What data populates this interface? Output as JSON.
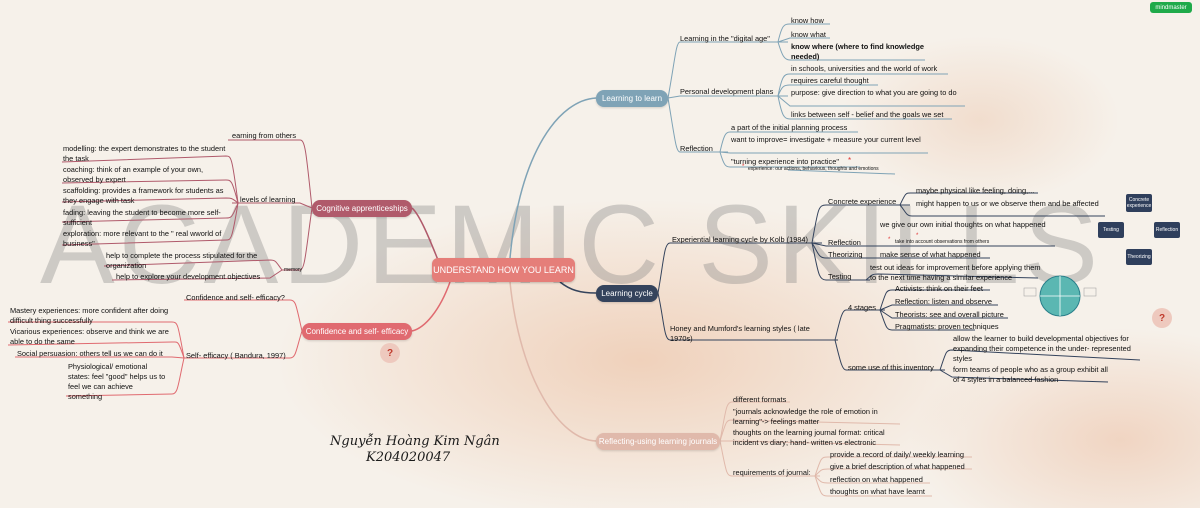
{
  "brand": "mindmaster",
  "watermark": "ACADEMIC SKILLS",
  "central": "UNDERSTAND HOW YOU LEARN",
  "signature": {
    "name": "Nguyễn Hoàng Kim Ngân",
    "id": "K204020047"
  },
  "learning_to_learn": {
    "label": "Learning to learn",
    "digital_age": {
      "label": "Learning in the \"digital age\"",
      "items": [
        "know how",
        "know what",
        "know where (where to find knowledge needed)"
      ]
    },
    "personal_dev": {
      "label": "Personal development plans",
      "items": [
        "in schools, universities and the world of work",
        "requires careful thought",
        "purpose: give direction to what you are going to do",
        "links between self - belief and the goals we set"
      ]
    },
    "reflection": {
      "label": "Reflection",
      "items": [
        "a part of the initial planning process",
        "want to improve= investigate + measure your current level",
        "\"turning experience into practice\""
      ],
      "note": "experience: our actions, behavious, thoughts and emotions"
    }
  },
  "learning_cycle": {
    "label": "Learning cycle",
    "kolb": {
      "label": "Experiential learning cycle by Kolb (1984)",
      "concrete": "Concrete experience",
      "concrete_items": [
        "maybe physical like feeling, doing,...",
        "might happen to us or we observe them and be affected"
      ],
      "reflection": "Reflection",
      "reflection_item": "we give our own initial thoughts on what happened",
      "reflection_note": "take into account observations from others",
      "theorizing": "Theorizing",
      "theorizing_item": "make sense of what happened",
      "testing": "Testing",
      "testing_item": "test out  ideas for improvement before applying them to the next time having a similar experience",
      "cycle": {
        "concrete": "Concrete experience",
        "testing": "Testing",
        "reflection": "Reflection",
        "theorizing": "Theorizing"
      }
    },
    "honey": {
      "label": "Honey and Mumford's learning styles ( late 1970s)",
      "stages_label": "4 stages",
      "stages": [
        "Activists: think on their feet",
        "Reflection: listen and observe",
        "Theorists: see and overall picture",
        "Pragmatists: proven techniques"
      ],
      "inventory_label": "some use of this inventory",
      "inventory": [
        "allow the learner to build developmental objectives for expanding their competence in the under- represented styles",
        "form teams of people who as a group exhibit all of 4 styles in a balanced fashion"
      ]
    }
  },
  "journals": {
    "label": "Reflecting-using learning journals",
    "items": [
      "different formats",
      "\"journals acknowledge the role of emotion in learning\"-> feelings matter",
      "thoughts on the learning journal format: critical incident vs diary; hand- written vs electronic"
    ],
    "req_label": "requirements of journal:",
    "requirements": [
      "provide a record of daily/ weekly learning",
      "give a brief description of what happened",
      "reflection on what happened",
      "thoughts on what have learnt"
    ]
  },
  "cognitive": {
    "label": "Cognitive apprenticeships",
    "earning": "earning from others",
    "levels_label": "levels of learning",
    "levels": [
      "modelling: the expert demonstrates to the student the task",
      "coaching: think of an example of your own, observed by expert",
      "scaffolding: provides a framework for students as they engage with task",
      "fading: leaving the student to become more self- sufficient",
      "exploration: more relevant to the \" real wworld of business\""
    ],
    "memory_label": "memory",
    "memory": [
      "help to complete the process stipulated for the organization",
      "help to explore your development objectives"
    ]
  },
  "confidence": {
    "label": "Confidence and self- efficacy",
    "question": "Confidence and self- efficacy?",
    "bandura": "Self- efficacy ( Bandura, 1997)",
    "items": [
      "Mastery experiences: more confident after doing difficult thing successfully",
      "Vicarious experiences: observe and think we are able to do the same",
      "Social persuasion: others tell us we can do it",
      "Physiological/ emotional states: feel \"good\" helps us to feel we can achieve something"
    ]
  },
  "question_mark": "?",
  "colors": {
    "ltl": "#7fa3b6",
    "cycle": "#34435c",
    "journals": "#e0b9ab",
    "cognitive": "#b05a6b",
    "confidence": "#e06a70",
    "central": "#e57e79"
  }
}
